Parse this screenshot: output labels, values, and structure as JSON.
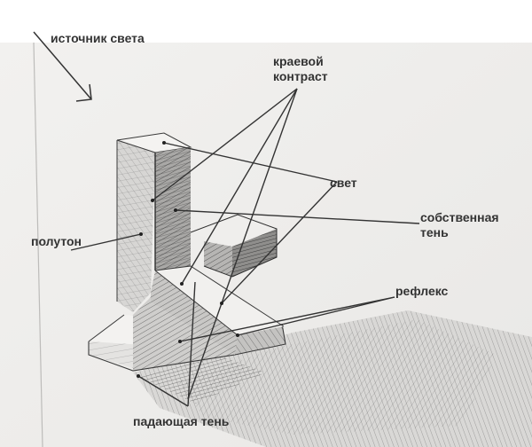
{
  "labels": {
    "light_source": "источник света",
    "edge_contrast_line1": "краевой",
    "edge_contrast_line2": "контраст",
    "light": "свет",
    "own_shadow_line1": "собственная",
    "own_shadow_line2": "тень",
    "halftone": "полутон",
    "reflex": "рефлекс",
    "cast_shadow": "падающая тень"
  },
  "colors": {
    "paper": "#efeeec",
    "pencil": "#3a3a3a",
    "label_text": "#333333",
    "leader_line": "#333333"
  }
}
